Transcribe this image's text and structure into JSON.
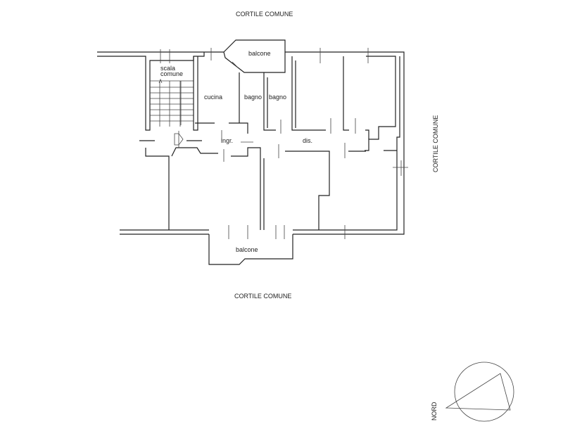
{
  "plan": {
    "surroundings": {
      "top": "CORTILE COMUNE",
      "right": "CORTILE COMUNE",
      "bottom": "CORTILE COMUNE"
    },
    "rooms": {
      "stair_line1": "scala",
      "stair_line2": "comune",
      "kitchen": "cucina",
      "bath1": "bagno",
      "bath2": "bagno",
      "entrance": "ingr.",
      "hallway": "dis.",
      "balcony_top": "balcone",
      "balcony_bottom": "balcone"
    },
    "compass": {
      "label": "NORD"
    }
  }
}
